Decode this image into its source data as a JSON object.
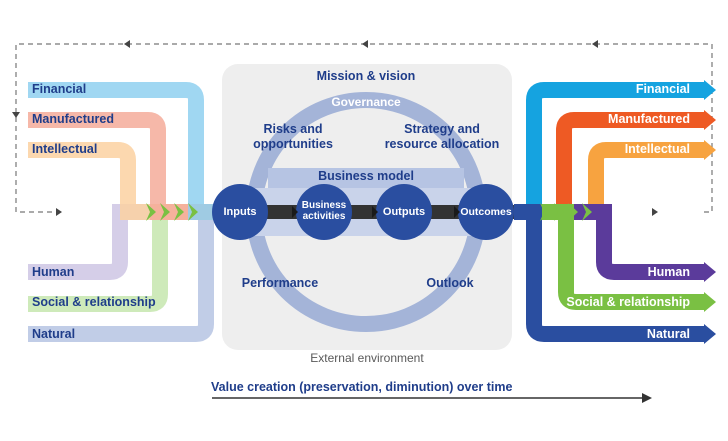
{
  "inputs_left": [
    {
      "label": "Financial",
      "color": "#8fd0f0"
    },
    {
      "label": "Manufactured",
      "color": "#f5ab9a"
    },
    {
      "label": "Intellectual",
      "color": "#fbd1a1"
    },
    {
      "label": "Human",
      "color": "#c7bde0"
    },
    {
      "label": "Social & relationship",
      "color": "#bde3a3"
    },
    {
      "label": "Natural",
      "color": "#8ea4d3"
    }
  ],
  "outputs_right": [
    {
      "label": "Financial",
      "color": "#15a3e0"
    },
    {
      "label": "Manufactured",
      "color": "#ee5a24"
    },
    {
      "label": "Intellectual",
      "color": "#f7a340"
    },
    {
      "label": "Human",
      "color": "#5b3b9b"
    },
    {
      "label": "Social & relationship",
      "color": "#7ac043"
    },
    {
      "label": "Natural",
      "color": "#2a4ea0"
    }
  ],
  "center": {
    "mission": "Mission & vision",
    "governance": "Governance",
    "risks": "Risks and opportunities",
    "risks_line1": "Risks and",
    "risks_line2": "opportunities",
    "strategy_line1": "Strategy and",
    "strategy_line2": "resource allocation",
    "business_model": "Business model",
    "performance": "Performance",
    "outlook": "Outlook",
    "external": "External environment"
  },
  "process": {
    "inputs": "Inputs",
    "activities_line1": "Business",
    "activities_line2": "activities",
    "outputs": "Outputs",
    "outcomes": "Outcomes"
  },
  "value_line": "Value creation (preservation, diminution) over time",
  "colors": {
    "dark_blue": "#1f3d8a",
    "circle_fill": "#2a4ea0",
    "ring": "#a4b4d8",
    "panel": "#eeeeee",
    "arrow": "#333333"
  }
}
